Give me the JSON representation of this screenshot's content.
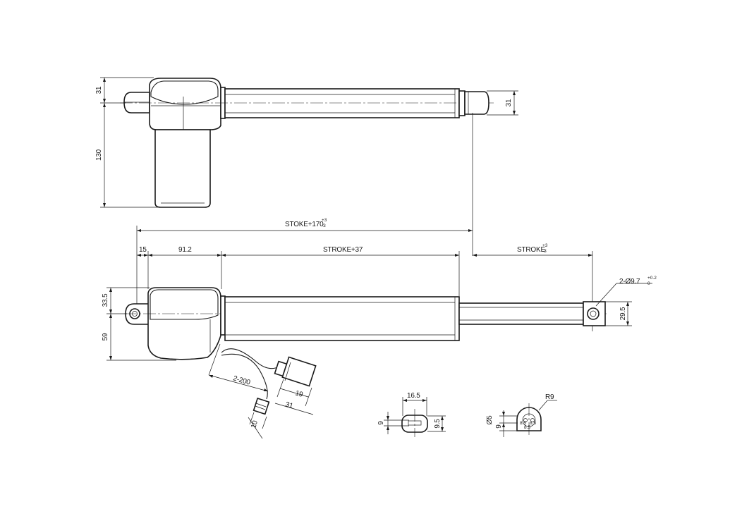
{
  "diagram": {
    "top_view": {
      "dim_height_top": "31",
      "dim_height_total": "130",
      "dim_rod_end": "31"
    },
    "side_view": {
      "dim_retracted": "STOKE+170",
      "dim_retracted_tol_upper": "+3",
      "dim_retracted_tol_lower": "-3",
      "dim_offset": "15",
      "dim_motor_len": "91.2",
      "dim_tube_len": "STROKE+37",
      "dim_stroke": "STROKE",
      "dim_stroke_tol_upper": "+3",
      "dim_stroke_tol_lower": "-3",
      "dim_hole": "2-Ø9.7",
      "dim_hole_tol_upper": "+0.2",
      "dim_hole_tol_lower": "0",
      "dim_end_height": "29.5",
      "dim_upper_half": "33.5",
      "dim_lower_half": "59"
    },
    "cable": {
      "dim_cable_len": "2-200",
      "dim_plug_w": "19",
      "dim_plug_len": "31",
      "dim_small_plug": "10"
    },
    "end_view_a": {
      "dim_width": "16.5",
      "dim_height": "9.5",
      "dim_slot": "9"
    },
    "end_view_b": {
      "dim_radius": "R9",
      "dim_hole_d": "Ø5",
      "dim_depth": "9",
      "dim_inner_a": "8.5",
      "dim_inner_b": "8.5",
      "dim_inner_c": "8.5"
    }
  }
}
